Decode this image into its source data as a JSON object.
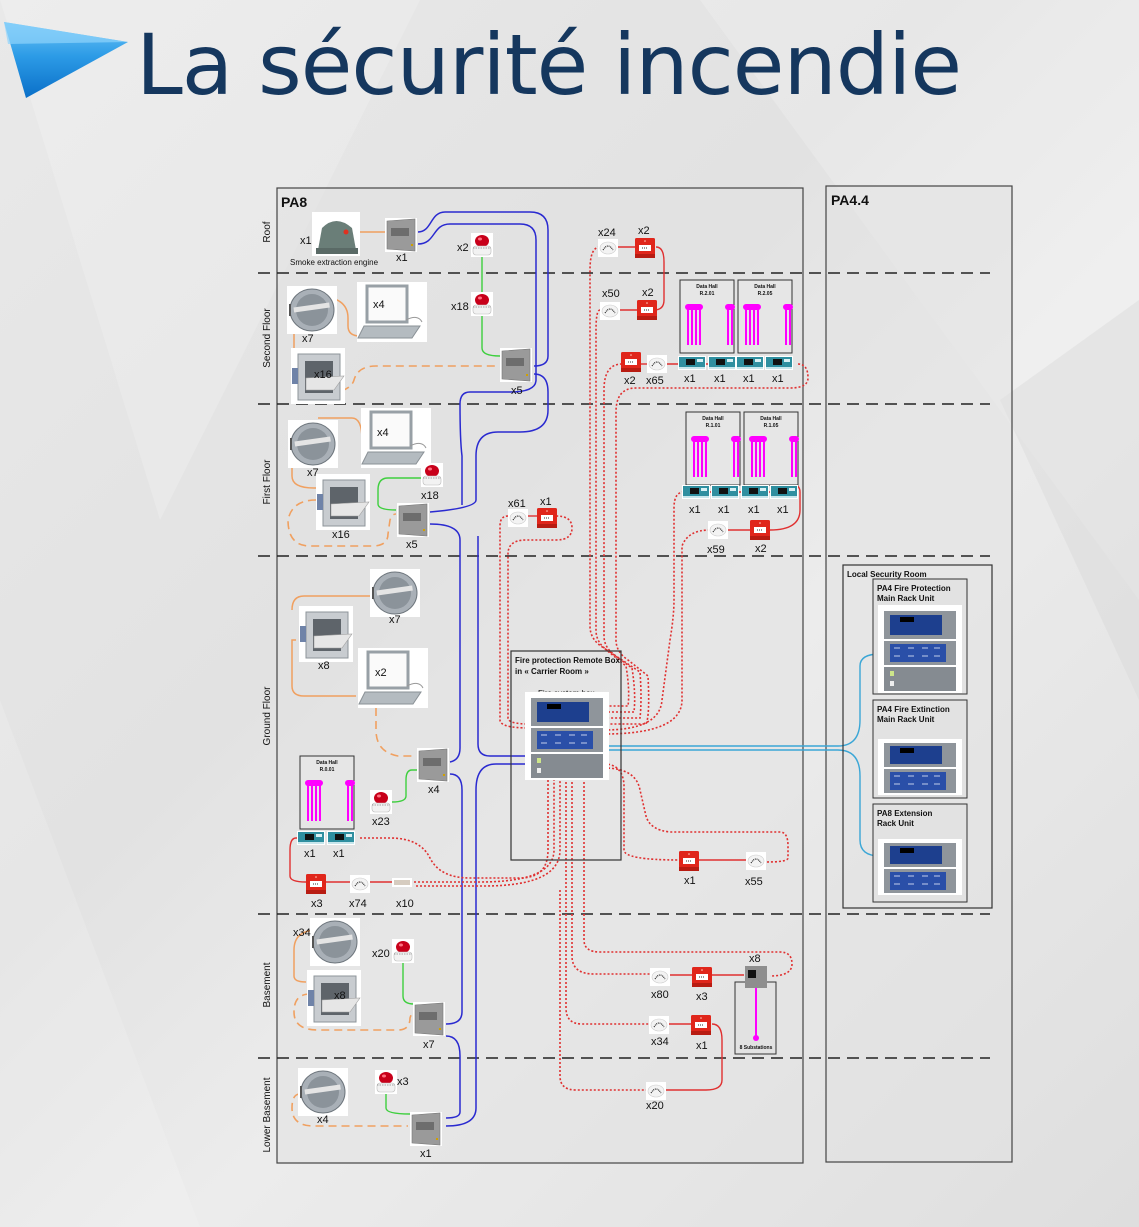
{
  "title": "La sécurité incendie",
  "colors": {
    "title": "#15375e",
    "bus_blue": "#2a2ad0",
    "link_cyan": "#3aa6d6",
    "detector_loop_red": "#e03030",
    "green_line": "#3ecf3e",
    "orange_line": "#f0a060",
    "data_hall_magenta": "#ff00ff"
  },
  "zones": {
    "pa8": {
      "label": "PA8"
    },
    "pa44": {
      "label": "PA4.4"
    }
  },
  "floors": [
    {
      "label": "Roof"
    },
    {
      "label": "Second Floor"
    },
    {
      "label": "First Floor"
    },
    {
      "label": "Ground Floor"
    },
    {
      "label": "Basement"
    },
    {
      "label": "Lower Basement"
    }
  ],
  "roof": {
    "engine_qty": "x1",
    "engine_label": "Smoke extraction engine",
    "panel_qty": "x1",
    "siren_qty": "x2",
    "detector_qty": "x24",
    "callpoint_qty": "x2"
  },
  "second_floor": {
    "damper_round_qty": "x7",
    "hatch_qty": "x4",
    "damper_square_qty": "x16",
    "siren_qty": "x18",
    "panel_qty": "x5",
    "detector_qty": "x50",
    "callpoint_qty": "x2",
    "loop_callpoint_qty": "x2",
    "loop_detector_qty": "x65",
    "data_halls": [
      {
        "name": "Data Hall",
        "room": "R.2.01"
      },
      {
        "name": "Data Hall",
        "room": "R.2.05"
      }
    ],
    "vesda_qty": [
      "x1",
      "x1",
      "x1",
      "x1"
    ]
  },
  "first_floor": {
    "damper_round_qty": "x7",
    "hatch_qty": "x4",
    "damper_square_qty": "x16",
    "siren_qty": "x18",
    "panel_qty": "x5",
    "detector_qty": "x61",
    "callpoint_qty": "x1",
    "data_halls": [
      {
        "name": "Data Hall",
        "room": "R.1.01"
      },
      {
        "name": "Data Hall",
        "room": "R.1.05"
      }
    ],
    "vesda_qty": [
      "x1",
      "x1",
      "x1",
      "x1"
    ],
    "loop_detector_qty": "x59",
    "loop_callpoint_qty": "x2"
  },
  "ground_floor": {
    "damper_round_qty": "x7",
    "damper_square_qty": "x8",
    "hatch_qty": "x2",
    "panel_qty": "x4",
    "siren_qty": "x23",
    "data_hall": {
      "name": "Data Hall",
      "room": "R.0.01"
    },
    "vesda_qty": [
      "x1",
      "x1"
    ],
    "callpoint_qty": "x3",
    "detector_qty": "x74",
    "module_qty": "x10",
    "remote_box_title": "Fire protection Remote Box in « Carrier Room »",
    "fire_system_box": "Fire system box",
    "right_callpoint_qty": "x1",
    "right_detector_qty": "x55"
  },
  "basement": {
    "damper_round_qty": "x34",
    "damper_square_qty": "x8",
    "siren_qty": "x20",
    "panel_qty": "x7",
    "detector_a_qty": "x80",
    "callpoint_a_qty": "x3",
    "substation_qty": "x8",
    "substations_label": "8 Substations",
    "detector_b_qty": "x34",
    "callpoint_b_qty": "x1"
  },
  "lower_basement": {
    "damper_round_qty": "x4",
    "siren_qty": "x3",
    "panel_qty": "x1",
    "detector_qty": "x20"
  },
  "security_room": {
    "title": "Local Security Room",
    "units": [
      {
        "line1": "PA4 Fire Protection",
        "line2": "Main Rack Unit"
      },
      {
        "line1": "PA4 Fire Extinction",
        "line2": "Main Rack Unit"
      },
      {
        "line1": "PA8 Extension",
        "line2": "Rack Unit"
      }
    ]
  }
}
